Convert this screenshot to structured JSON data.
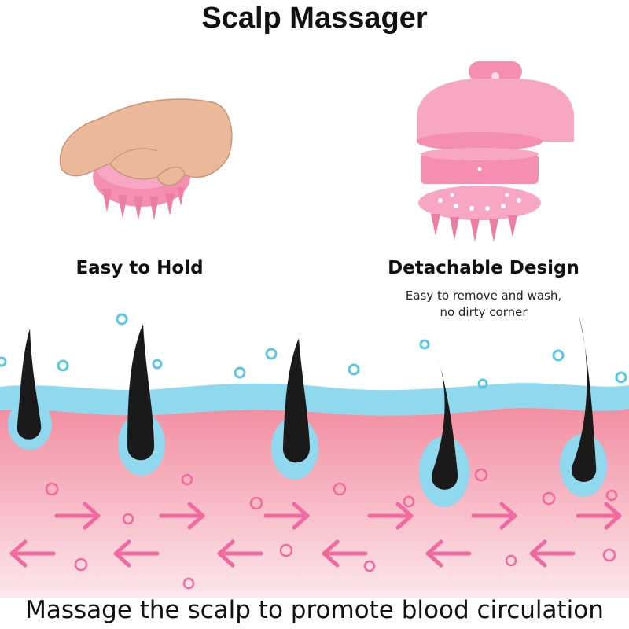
{
  "title": "Scalp Massager",
  "features": [
    {
      "label": "Easy to Hold",
      "description": ""
    },
    {
      "label": "Detachable Design",
      "description_line1": "Easy to remove and wash,",
      "description_line2": "no dirty corner"
    }
  ],
  "caption": "Massage the scalp to promote blood circulation",
  "colors": {
    "product_pink": "#f48fb1",
    "skin_pink": "#f4a7b4",
    "scalp_blue": "#8fd8ee",
    "hair": "#1a1a1a",
    "bubble": "#5cc8e0",
    "arrow_pink": "#f06aa0"
  }
}
